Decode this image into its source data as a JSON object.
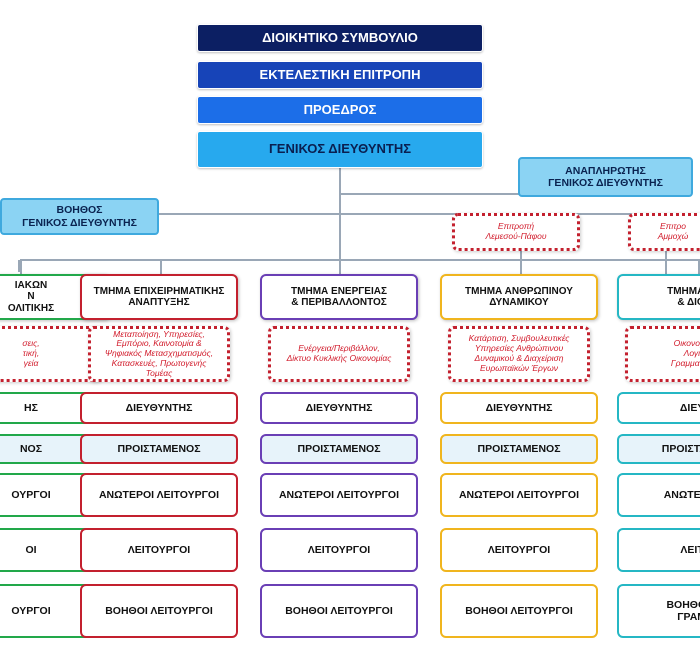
{
  "top_levels": [
    "ΔΙΟΙΚΗΤΙΚΟ ΣΥΜΒΟΥΛΙΟ",
    "ΕΚΤΕΛΕΣΤΙΚΗ ΕΠΙΤΡΟΠΗ",
    "ΠΡΟΕΔΡΟΣ",
    "ΓΕΝΙΚΟΣ ΔΙΕΥΘΥΝΤΗΣ"
  ],
  "assistant_gm": "ΒΟΗΘΟΣ\nΓΕΝΙΚΟΣ ΔΙΕΥΘΥΝΤΗΣ",
  "deputy_gm": "ΑΝΑΠΛΗΡΩΤΗΣ\nΓΕΝΙΚΟΣ ΔΙΕΥΘΥΝΤΗΣ",
  "committees": [
    "Επιτροπή\nΛεμεσού-Πάφου",
    "Επιτρο\nΑμμοχώ"
  ],
  "colors": {
    "green": "#22a84a",
    "red": "#c3202e",
    "blue": "#3a79c9",
    "purple": "#6a3fb5",
    "gold": "#f0b51e",
    "teal": "#25b7c4"
  },
  "departments": [
    {
      "title": "ΙΑΚΩΝ\nΝ\nΟΛΙΤΙΚΗΣ",
      "color": "green",
      "scope": "σεις,\nτική,\nγεία",
      "levels": [
        "ΗΣ",
        "ΝΟΣ",
        "ΟΥΡΓΟΙ",
        "ΟΙ",
        "ΟΥΡΓΟΙ"
      ]
    },
    {
      "title": "ΤΜΗΜΑ ΕΠΙΧΕΙΡΗΜΑΤΙΚΗΣ\nΑΝΑΠΤΥΞΗΣ",
      "color": "red",
      "scope": "Μεταποίηση, Υπηρεσίες,\nΕμπόριο, Καινοτομία &\nΨηφιακός Μετασχηματισμός,\nΚατασκευές, Πρωτογενής\nΤομέας",
      "levels": [
        "ΔΙΕΥΘΥΝΤΗΣ",
        "ΠΡΟΙΣΤΑΜΕΝΟΣ",
        "ΑΝΩΤΕΡΟΙ ΛΕΙΤΟΥΡΓΟΙ",
        "ΛΕΙΤΟΥΡΓΟΙ",
        "ΒΟΗΘΟΙ ΛΕΙΤΟΥΡΓΟΙ"
      ]
    },
    {
      "title": "ΤΜΗΜΑ ΕΝΕΡΓΕΙΑΣ\n& ΠΕΡΙΒΑΛΛΟΝΤΟΣ",
      "color": "purple",
      "scope": "Ενέργεια/Περιβάλλον,\nΔίκτυο Κυκλικής Οικονομίας",
      "levels": [
        "ΔΙΕΥΘΥΝΤΗΣ",
        "ΠΡΟΙΣΤΑΜΕΝΟΣ",
        "ΑΝΩΤΕΡΟΙ ΛΕΙΤΟΥΡΓΟΙ",
        "ΛΕΙΤΟΥΡΓΟΙ",
        "ΒΟΗΘΟΙ ΛΕΙΤΟΥΡΓΟΙ"
      ]
    },
    {
      "title": "ΤΜΗΜΑ ΑΝΘΡΩΠΙΝΟΥ\nΔΥΝΑΜΙΚΟΥ",
      "color": "gold",
      "scope": "Κατάρτιση, Συμβουλευτικές\nΥπηρεσίες Ανθρώπινου\nΔυναμικού & Διαχείριση\nΕυρωπαϊκών Έργων",
      "levels": [
        "ΔΙΕΥΘΥΝΤΗΣ",
        "ΠΡΟΙΣΤΑΜΕΝΟΣ",
        "ΑΝΩΤΕΡΟΙ ΛΕΙΤΟΥΡΓΟΙ",
        "ΛΕΙΤΟΥΡΓΟΙ",
        "ΒΟΗΘΟΙ ΛΕΙΤΟΥΡΓΟΙ"
      ]
    },
    {
      "title": "ΤΜΗΜΑ ΟΙΚ\n& ΔΙΟΙΚ",
      "color": "teal",
      "scope": "Οικονομικές\nΛογιστ\nΓραμματειακέ",
      "levels": [
        "ΔΙΕΥΘ",
        "ΠΡΟΙΣΤΑΜΕΝ",
        "ΑΝΩΤΕΡΟΙ Λ",
        "ΛΕΙΤΟ",
        "ΒΟΗΘΟΙ ΛΕ\nΓΡΑΜΜ"
      ]
    }
  ]
}
